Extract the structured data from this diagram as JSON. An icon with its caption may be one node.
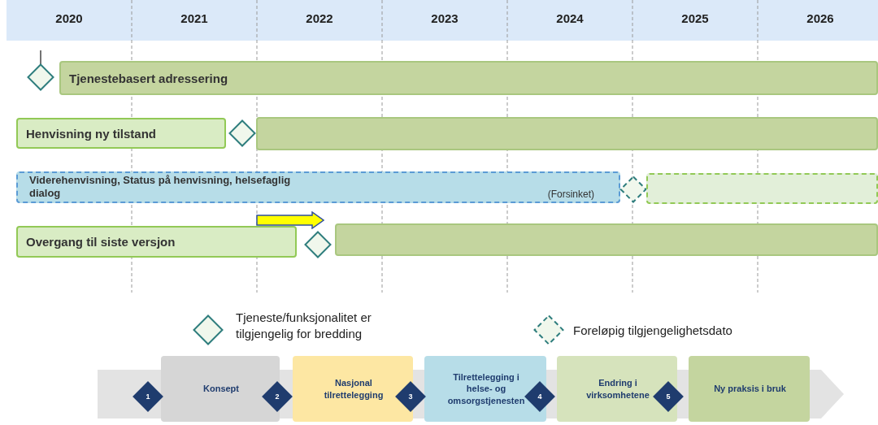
{
  "diagram": {
    "nodes": [
      {
        "text": [],
        "shape": "diamond"
      },
      {
        "text": [
          "Tjenestebasert adressering"
        ]
      },
      {
        "text": [
          "Henvisning ny tilstand"
        ]
      },
      {
        "text": [],
        "shape": "diamond"
      },
      {
        "text": [],
        "shape": "bar"
      },
      {
        "text": [
          "Viderehenvisning, Status på henvisning, helsefaglig dialog",
          "(Forsinket)"
        ]
      },
      {
        "text": [],
        "shape": "diamond"
      },
      {
        "text": [],
        "shape": "bar"
      },
      {
        "text": [
          "Overgang til siste versjon"
        ]
      },
      {
        "text": [],
        "shape": "diamond"
      },
      {
        "text": [],
        "shape": "bar"
      },
      {
        "text": [
          "1"
        ]
      },
      {
        "text": [
          "Konsept"
        ]
      },
      {
        "text": [
          "2"
        ]
      },
      {
        "text": [
          "Nasjonal tilrettelegging"
        ]
      },
      {
        "text": [
          "3"
        ]
      },
      {
        "text": [
          "Tilrettelegging i helse- og omsorgstjenesten"
        ]
      },
      {
        "text": [
          "4"
        ]
      },
      {
        "text": [
          "Endring i virksomhetene"
        ]
      },
      {
        "text": [
          "5"
        ]
      },
      {
        "text": [
          "Ny praksis i bruk"
        ]
      }
    ],
    "edges": [
      {
        "from": null,
        "to": 9,
        "arrow": "to",
        "style": "thick"
      }
    ],
    "labels": [
      "2020",
      "2021",
      "2022",
      "2023",
      "2024",
      "2025",
      "2026"
    ],
    "legend": [
      {
        "text": "Tjeneste/funksjonalitet er tilgjengelig for bredding"
      },
      {
        "text": "Foreløpig tilgjengelighetsdato"
      }
    ]
  }
}
